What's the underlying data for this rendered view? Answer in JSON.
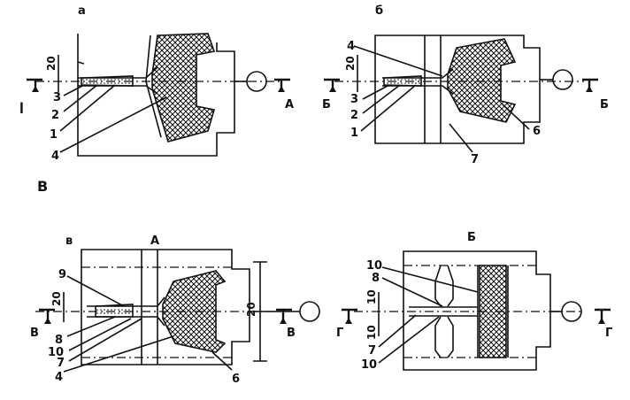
{
  "panels": {
    "a": {
      "tag": "а",
      "section": "А",
      "dim": "20",
      "callouts": [
        "3",
        "2",
        "1",
        "4"
      ]
    },
    "b": {
      "tag": "б",
      "section": "Б",
      "dim": "20",
      "callouts": [
        "4",
        "3",
        "2",
        "1",
        "6",
        "7"
      ]
    },
    "v": {
      "tag": "в",
      "row_tag": "В",
      "section_top": "А",
      "section_side": "В",
      "dim_left": "20",
      "dim_right": "20",
      "callouts": [
        "9",
        "8",
        "10",
        "7",
        "4",
        "6"
      ]
    },
    "g": {
      "section_top": "Б",
      "section_side": "Г",
      "dim_top": "10",
      "dim_bottom": "10",
      "callouts": [
        "10",
        "8",
        "7",
        "10"
      ]
    }
  }
}
